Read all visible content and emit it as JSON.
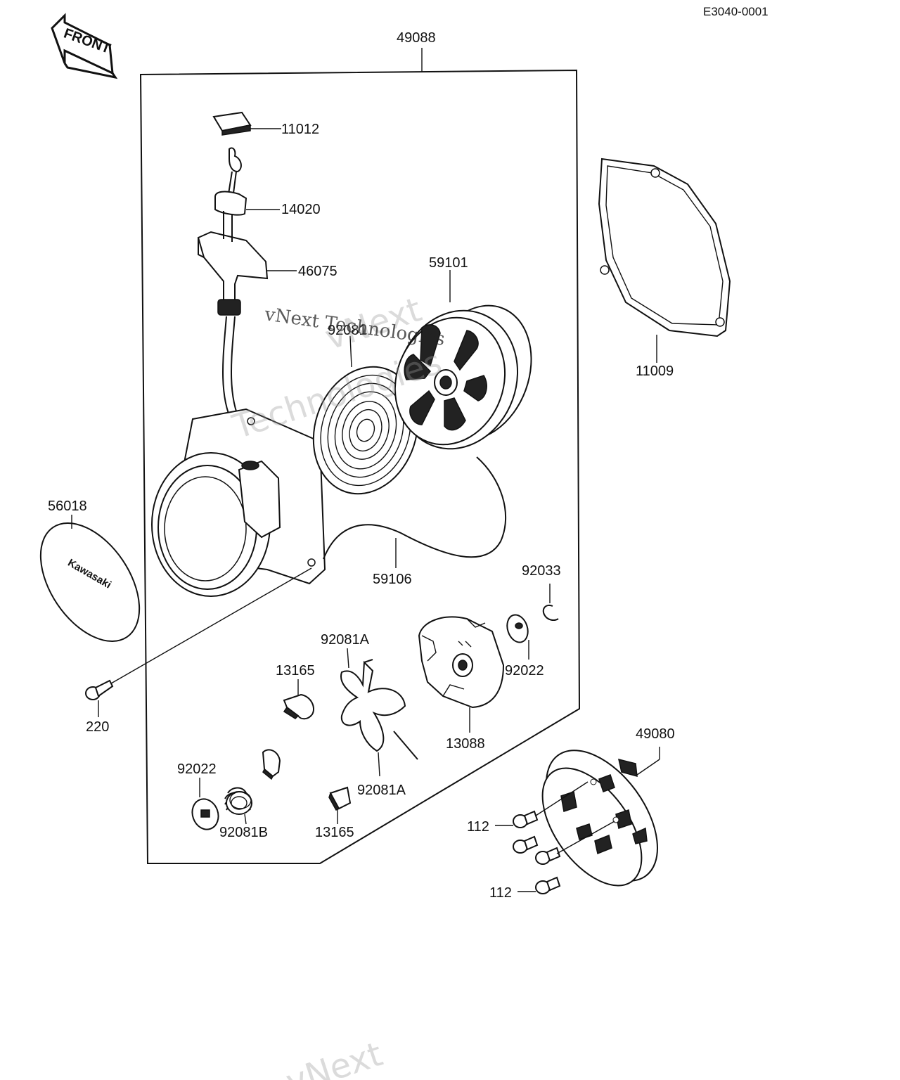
{
  "diagram_code": "E3040-0001",
  "front_label": "FRONT",
  "logo_text": "Kawasaki",
  "watermark": {
    "big_word_1": "vNext",
    "big_word_2": "Technologies",
    "small": "vNext Technologies"
  },
  "parts": [
    {
      "id": "p49088",
      "number": "49088"
    },
    {
      "id": "p11012",
      "number": "11012"
    },
    {
      "id": "p14020",
      "number": "14020"
    },
    {
      "id": "p46075",
      "number": "46075"
    },
    {
      "id": "p59101",
      "number": "59101"
    },
    {
      "id": "p92081",
      "number": "92081"
    },
    {
      "id": "p11009",
      "number": "11009"
    },
    {
      "id": "p56018",
      "number": "56018"
    },
    {
      "id": "p59106",
      "number": "59106"
    },
    {
      "id": "p92033",
      "number": "92033"
    },
    {
      "id": "p92081A_top",
      "number": "92081A"
    },
    {
      "id": "p13165_top",
      "number": "13165"
    },
    {
      "id": "p92022_right",
      "number": "92022"
    },
    {
      "id": "p220",
      "number": "220"
    },
    {
      "id": "p13088",
      "number": "13088"
    },
    {
      "id": "p49080",
      "number": "49080"
    },
    {
      "id": "p92022_left",
      "number": "92022"
    },
    {
      "id": "p92081A_bottom",
      "number": "92081A"
    },
    {
      "id": "p112_top",
      "number": "112"
    },
    {
      "id": "p92081B",
      "number": "92081B"
    },
    {
      "id": "p13165_bottom",
      "number": "13165"
    },
    {
      "id": "p112_bottom",
      "number": "112"
    }
  ]
}
